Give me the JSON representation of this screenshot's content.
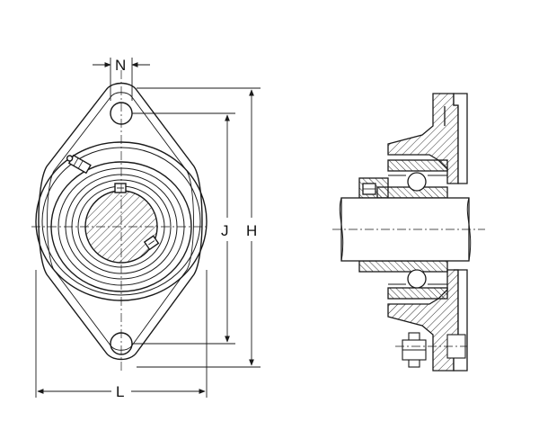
{
  "drawing": {
    "dimension_labels": {
      "n": "N",
      "j": "J",
      "h": "H",
      "l": "L"
    },
    "colors": {
      "line": "#1a1a1a",
      "paper": "#ffffff",
      "hatch": "#333333",
      "shade": "#9a9a9a"
    }
  }
}
